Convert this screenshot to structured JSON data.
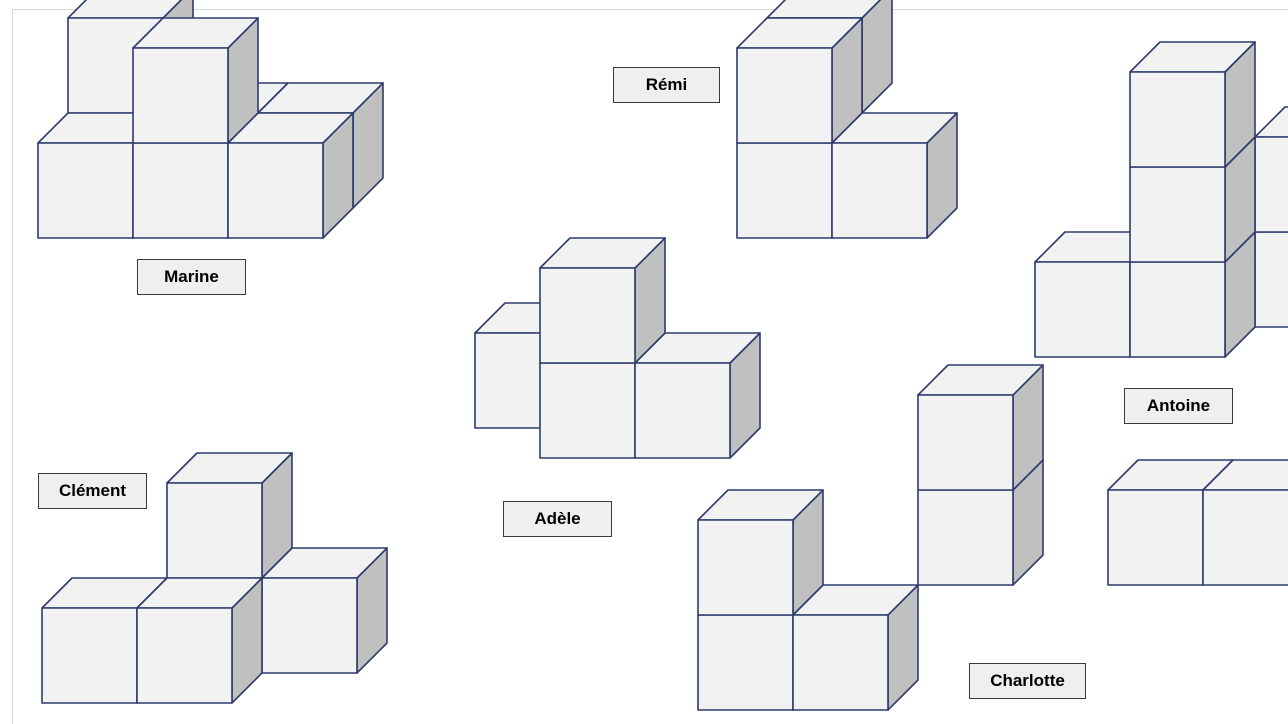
{
  "colors": {
    "cube_front": "#f2f2f2",
    "cube_top": "#f2f2f2",
    "cube_side": "#c0c0c0",
    "cube_edge": "#2e3b6e",
    "label_background": "#efefef",
    "label_border": "#3a3a3a"
  },
  "labels": {
    "marine": "Marine",
    "remi": "Rémi",
    "antoine": "Antoine",
    "adele": "Adèle",
    "clement": "Clément",
    "charlotte": "Charlotte"
  },
  "structures": [
    {
      "id": "marine",
      "cubes": [
        [
          0,
          0,
          1
        ],
        [
          1,
          0,
          0
        ],
        [
          2,
          0,
          0
        ],
        [
          0,
          1,
          0
        ],
        [
          1,
          1,
          0
        ],
        [
          1,
          1,
          1
        ],
        [
          2,
          1,
          0
        ]
      ]
    },
    {
      "id": "remi",
      "cubes": [
        [
          0,
          0,
          1
        ],
        [
          0,
          1,
          0
        ],
        [
          0,
          1,
          1
        ],
        [
          1,
          1,
          0
        ]
      ]
    },
    {
      "id": "antoine",
      "cubes": [
        [
          2,
          0,
          0
        ],
        [
          2,
          0,
          1
        ],
        [
          0,
          1,
          0
        ],
        [
          1,
          1,
          0
        ],
        [
          1,
          1,
          1
        ],
        [
          1,
          1,
          2
        ]
      ]
    },
    {
      "id": "adele",
      "cubes": [
        [
          0,
          0,
          0
        ],
        [
          1,
          1,
          0
        ],
        [
          1,
          1,
          1
        ],
        [
          2,
          1,
          0
        ]
      ]
    },
    {
      "id": "clement",
      "cubes": [
        [
          1,
          0,
          1
        ],
        [
          2,
          0,
          0
        ],
        [
          0,
          1,
          0
        ],
        [
          1,
          1,
          0
        ]
      ]
    },
    {
      "id": "charlotte",
      "cubes": [
        [
          2,
          0,
          1
        ],
        [
          2,
          0,
          2
        ],
        [
          4,
          0,
          1
        ],
        [
          5,
          0,
          1
        ],
        [
          0,
          1,
          0
        ],
        [
          0,
          1,
          1
        ],
        [
          1,
          1,
          0
        ]
      ]
    }
  ]
}
